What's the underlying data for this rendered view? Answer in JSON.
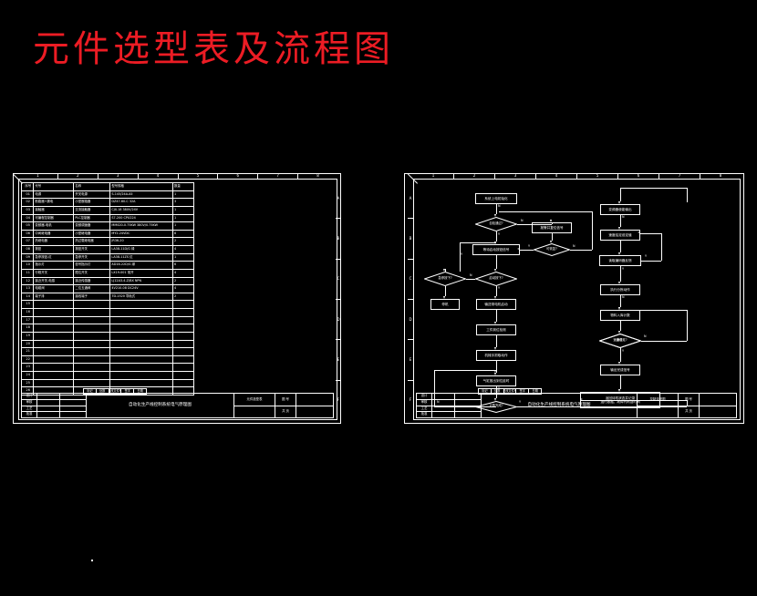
{
  "title": "元件选型表及流程图",
  "colors": {
    "background": "#000000",
    "lines": "#ffffff",
    "title": "#ec1c24"
  },
  "sheets": {
    "left": {
      "name": "元件选型表",
      "zone_top": [
        "1",
        "2",
        "3",
        "4",
        "5",
        "6",
        "7",
        "8"
      ],
      "zone_right": [
        "A",
        "B",
        "C",
        "D",
        "E",
        "F"
      ],
      "table": {
        "headers": [
          "序号",
          "代号",
          "名称",
          "型号规格",
          "数量"
        ],
        "rows": [
          {
            "no": "01",
            "code": "电源",
            "name": "开关电源",
            "spec": "S-145/24A-A5",
            "qty": "1"
          },
          {
            "no": "02",
            "code": "断路器+漏电",
            "name": "小型断路器",
            "spec": "DZ47-60-C 32A",
            "qty": "3"
          },
          {
            "no": "03",
            "code": "接触器",
            "name": "交流接触器",
            "spec": "CJX-18 380V/24V",
            "qty": "1"
          },
          {
            "no": "04",
            "code": "可编程控制器",
            "name": "PLC控制器",
            "spec": "S7-200 CPU224",
            "qty": "1"
          },
          {
            "no": "05",
            "code": "变频器-电机",
            "name": "变频调速器",
            "spec": "MM420-0.75KW  380V/0.75KW",
            "qty": "1"
          },
          {
            "no": "06",
            "code": "中间继电器",
            "name": "小型继电器",
            "spec": "MY2-24VDC",
            "qty": "8"
          },
          {
            "no": "07",
            "code": "热继电器",
            "name": "热过载继电器",
            "spec": "JR36-20",
            "qty": "2"
          },
          {
            "no": "08",
            "code": "按钮",
            "name": "按钮开关",
            "spec": "LA38-11D/G  绿",
            "qty": "4"
          },
          {
            "no": "09",
            "code": "急停按钮-红",
            "name": "急停开关",
            "spec": "LA38-11ZS  红",
            "qty": "1"
          },
          {
            "no": "10",
            "code": "指示灯",
            "name": "信号指示灯",
            "spec": "AD16-22D/G  绿",
            "qty": "6"
          },
          {
            "no": "11",
            "code": "行程开关",
            "name": "限位开关",
            "spec": "LX19-001  常开",
            "qty": "4"
          },
          {
            "no": "12",
            "code": "接近开关-电感",
            "name": "接近传感器",
            "spec": "LJ12A3-4-Z/BX  NPN",
            "qty": "2"
          },
          {
            "no": "13",
            "code": "电磁阀",
            "name": "二位五通阀",
            "spec": "4V210-08  DC24V",
            "qty": "4"
          },
          {
            "no": "14",
            "code": "端子排",
            "name": "接线端子",
            "spec": "TD-1520  导轨式",
            "qty": "2"
          }
        ],
        "empty_rows": [
          "15",
          "16",
          "17",
          "18",
          "19",
          "20",
          "21",
          "22",
          "23",
          "24",
          "25",
          "26"
        ]
      },
      "titleblock": {
        "rev_headers": [
          "标记",
          "处数",
          "更改文件号",
          "签字",
          "日期"
        ],
        "sign_rows": [
          {
            "role": "设计",
            "name": "",
            "date": ""
          },
          {
            "role": "审核",
            "name": "",
            "date": ""
          },
          {
            "role": "工艺",
            "name": "",
            "date": ""
          },
          {
            "role": "批准",
            "name": "",
            "date": ""
          }
        ],
        "drawing_name": "自动化生产线控制系统电气原理图",
        "stage_label": "元件选型表",
        "sheet_label": "图 号",
        "page_label": "共 页",
        "weight_label": "重量",
        "scale_label": "比例"
      }
    },
    "right": {
      "name": "控制流程图",
      "zone_top": [
        "1",
        "2",
        "3",
        "4",
        "5",
        "6",
        "7",
        "8"
      ],
      "zone_left": [
        "A",
        "B",
        "C",
        "D",
        "E",
        "F"
      ],
      "titleblock": {
        "rev_headers": [
          "标记",
          "处数",
          "更改文件号",
          "签字",
          "日期"
        ],
        "drawing_name": "自动化生产线控制系统电气原理图",
        "stage_label": "控制流程图",
        "sheet_label": "图 号",
        "page_label": "共 页"
      },
      "flowchart": {
        "branch_left": [
          {
            "id": "n1",
            "kind": "process",
            "label": "系统上电初始化"
          },
          {
            "id": "d1",
            "kind": "decision",
            "label": "自检通过?"
          },
          {
            "id": "n2",
            "kind": "process",
            "label": "报警并复位信号"
          },
          {
            "id": "d2",
            "kind": "decision",
            "label": "可恢复?"
          },
          {
            "id": "n3",
            "kind": "process",
            "label": "等待启动按钮信号"
          },
          {
            "id": "d3",
            "kind": "decision",
            "label": "急停按下?"
          },
          {
            "id": "d4",
            "kind": "decision",
            "label": "启动按下?"
          },
          {
            "id": "n4",
            "kind": "process",
            "label": "停机"
          },
          {
            "id": "n5",
            "kind": "process",
            "label": "输送带电机启动"
          },
          {
            "id": "n6",
            "kind": "process",
            "label": "工件到位检测"
          },
          {
            "id": "n7",
            "kind": "process",
            "label": "机械手抓取动作"
          },
          {
            "id": "n8",
            "kind": "process",
            "label": "气缸推出到位延时"
          },
          {
            "id": "d5",
            "kind": "decision",
            "label": "计数完成?"
          }
        ],
        "branch_right": [
          {
            "id": "m1",
            "kind": "process",
            "label": "变频器使能输出"
          },
          {
            "id": "m2",
            "kind": "process",
            "label": "速度给定设定值"
          },
          {
            "id": "m3",
            "kind": "process",
            "label": "读取编码器反馈"
          },
          {
            "id": "d6",
            "kind": "decision",
            "label": "速度稳定?"
          },
          {
            "id": "m4",
            "kind": "process",
            "label": "执行分拣动作"
          },
          {
            "id": "m5",
            "kind": "process",
            "label": "物料入库计数"
          },
          {
            "id": "d7",
            "kind": "decision",
            "label": "满仓?"
          },
          {
            "id": "m6",
            "kind": "process",
            "label": "输出完成信号"
          },
          {
            "id": "m7",
            "kind": "process",
            "label": "返回待机状态并记录\n运行数据、故障代码及时间"
          }
        ],
        "edge_labels": {
          "d1_no": "N",
          "d1_yes": "Y",
          "d2_no": "N",
          "d2_yes": "Y",
          "d3_yes": "Y",
          "d3_no": "N",
          "d4_yes": "Y",
          "d4_no": "N",
          "d5_yes": "Y",
          "d5_no": "N",
          "d6_yes": "Y",
          "d6_no": "N",
          "d7_yes": "Y",
          "d7_no": "N"
        }
      }
    }
  }
}
